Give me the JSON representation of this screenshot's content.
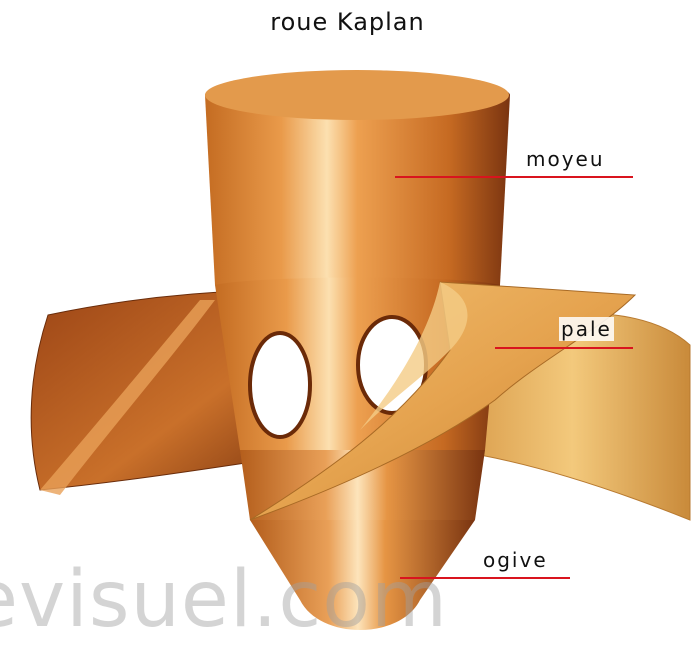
{
  "title": "roue Kaplan",
  "labels": {
    "moyeu": "moyeu",
    "pale": "pale",
    "ogive": "ogive"
  },
  "watermark": "evisuel.com",
  "colors": {
    "leader": "#d9141e",
    "bronze_light": "#f0a85a",
    "bronze_mid": "#d27d2c",
    "bronze_dark": "#8a3f10",
    "blade_gold": "#e9b45e"
  },
  "icons": {
    "runner": "kaplan-runner-illustration"
  }
}
